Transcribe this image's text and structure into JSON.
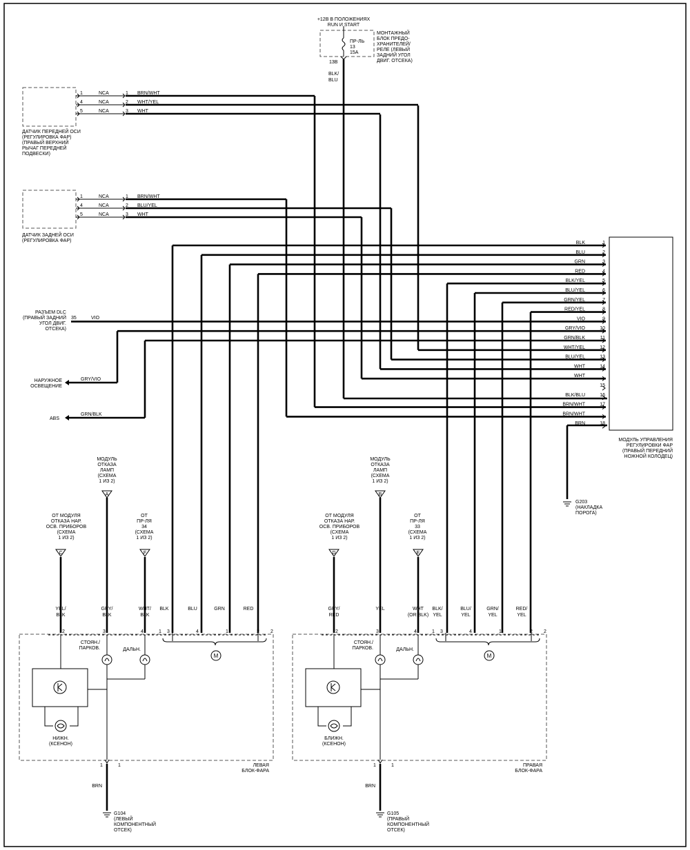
{
  "power": {
    "supply": [
      "+12В В ПОЛОЖЕНИЯХ",
      "RUN И START"
    ],
    "fuse": [
      "ПР-ЛЬ",
      "13",
      "15A"
    ],
    "block": [
      "МОНТАЖНЫЙ",
      "БЛОК ПРЕДО-",
      "ХРАНИТЕЛЕЙ/",
      "РЕЛЕ (ЛЕВЫЙ",
      "ЗАДНИЙ УГОЛ",
      "ДВИГ. ОТСЕКА)"
    ],
    "pin": "13B",
    "wire": [
      "BLK/",
      "BLU"
    ]
  },
  "front_sensor": {
    "label": [
      "ДАТЧИК ПЕРЕДНЕЙ ОСИ",
      "(РЕГУЛИРОВКА ФАР)",
      "(ПРАВЫЙ ВЕРХНИЙ",
      "РЫЧАГ ПЕРЕДНЕЙ",
      "ПОДВЕСКИ)"
    ],
    "rows": [
      {
        "pin": "1",
        "nca": "NCA",
        "pin2": "1",
        "wire": "BRN/WHT"
      },
      {
        "pin": "4",
        "nca": "NCA",
        "pin2": "2",
        "wire": "WHT/YEL"
      },
      {
        "pin": "5",
        "nca": "NCA",
        "pin2": "3",
        "wire": "WHT"
      }
    ]
  },
  "rear_sensor": {
    "label": [
      "ДАТЧИК ЗАДНЕЙ ОСИ",
      "(РЕГУЛИРОВКА ФАР)"
    ],
    "rows": [
      {
        "pin": "1",
        "nca": "NCA",
        "pin2": "1",
        "wire": "BRN/WHT"
      },
      {
        "pin": "4",
        "nca": "NCA",
        "pin2": "2",
        "wire": "BLU/YEL"
      },
      {
        "pin": "5",
        "nca": "NCA",
        "pin2": "3",
        "wire": "WHT"
      }
    ]
  },
  "module": {
    "label": [
      "МОДУЛЬ УПРАВЛЕНИЯ",
      "РЕГУЛИРОВКИ ФАР",
      "(ПРАВЫЙ ПЕРЕДНИЙ",
      "НОЖНОЙ КОЛОДЕЦ)"
    ],
    "pins": [
      {
        "wire": "BLK",
        "pin": "1"
      },
      {
        "wire": "BLU",
        "pin": "2"
      },
      {
        "wire": "GRN",
        "pin": "3"
      },
      {
        "wire": "RED",
        "pin": "4"
      },
      {
        "wire": "BLK/YEL",
        "pin": "5"
      },
      {
        "wire": "BLU/YEL",
        "pin": "6"
      },
      {
        "wire": "GRN/YEL",
        "pin": "7"
      },
      {
        "wire": "RED/YEL",
        "pin": "8"
      },
      {
        "wire": "VIO",
        "pin": "9"
      },
      {
        "wire": "GRY/VIO",
        "pin": "10"
      },
      {
        "wire": "GRN/BLK",
        "pin": "11"
      },
      {
        "wire": "WHT/YEL",
        "pin": "12"
      },
      {
        "wire": "BLU/YEL",
        "pin": "13"
      },
      {
        "wire": "WHT",
        "pin": "14"
      },
      {
        "wire": "WHT",
        "pin": ""
      },
      {
        "wire": "",
        "pin": "15"
      },
      {
        "wire": "BLK/BLU",
        "pin": "16"
      },
      {
        "wire": "BRN/WHT",
        "pin": "17"
      },
      {
        "wire": "BRN/WHT",
        "pin": ""
      },
      {
        "wire": "BRN",
        "pin": "18"
      }
    ]
  },
  "dlc": {
    "label": [
      "РАЗЪЕМ DLC",
      "(ПРАВЫЙ ЗАДНИЙ",
      "УГОЛ ДВИГ.",
      "ОТСЕКА)"
    ],
    "pin": "35",
    "wire": "VIO"
  },
  "exterior": {
    "label": [
      "НАРУЖНОЕ",
      "ОСВЕЩЕНИЕ"
    ],
    "wire": "GRY/VIO"
  },
  "abs": {
    "label": "ABS",
    "wire": "GRN/BLK"
  },
  "g203": {
    "label": [
      "G203",
      "(НАКЛАДКА",
      "ПОРОГА)"
    ]
  },
  "left": {
    "lamp_module": [
      "МОДУЛЬ",
      "ОТКАЗА",
      "ЛАМП",
      "(СХЕМА",
      "1 ИЗ 2)"
    ],
    "lamp_letter": "A",
    "dimmer": [
      "ОТ МОДУЛЯ",
      "ОТКАЗА НАР.",
      "ОСВ. ПРИБОРОВ",
      "(СХЕМА",
      "1 ИЗ 2)"
    ],
    "dimmer_letter": "C",
    "relay": [
      "ОТ",
      "ПР-ЛЯ",
      "34",
      "(СХЕМА",
      "1 ИЗ 2)"
    ],
    "relay_letter": "F",
    "wires": [
      [
        "YEL/",
        "BLK"
      ],
      [
        "GRY/",
        "BLK"
      ],
      [
        "WHT/",
        "BLK"
      ],
      [
        "BLK"
      ],
      [
        "BLU"
      ],
      [
        "GRN"
      ],
      [
        "RED"
      ]
    ],
    "pins": [
      "2",
      "3",
      "4",
      "1",
      "3",
      "4",
      "1",
      "2",
      "2"
    ],
    "park": [
      "СТОЯН./",
      "ПАРКОВ."
    ],
    "high": "ДАЛЬН.",
    "xenon": [
      "НИЖН.",
      "(КСЕНОН)"
    ],
    "title": [
      "ЛЕВАЯ",
      "БЛОК-ФАРА"
    ],
    "gpin": "1",
    "gpin2": "1",
    "gwire": "BRN",
    "ground": [
      "G104",
      "(ЛЕВЫЙ",
      "КОМПОНЕНТНЫЙ",
      "ОТСЕК)"
    ]
  },
  "right": {
    "lamp_module": [
      "МОДУЛЬ",
      "ОТКАЗА",
      "ЛАМП",
      "(СХЕМА",
      "1 ИЗ 2)"
    ],
    "lamp_letter": "B",
    "dimmer": [
      "ОТ МОДУЛЯ",
      "ОТКАЗА НАР.",
      "ОСВ. ПРИБОРОВ",
      "(СХЕМА",
      "1 ИЗ 2)"
    ],
    "dimmer_letter": "D",
    "relay": [
      "ОТ",
      "ПР-ЛЯ",
      "33",
      "(СХЕМА",
      "1 ИЗ 2)"
    ],
    "relay_letter": "E",
    "wires": [
      [
        "GRY/",
        "RED"
      ],
      [
        "YEL"
      ],
      [
        "WHT",
        "(OR BLK)"
      ],
      [
        "BLK/",
        "YEL"
      ],
      [
        "BLU/",
        "YEL"
      ],
      [
        "GRN/",
        "YEL"
      ],
      [
        "RED/",
        "YEL"
      ]
    ],
    "pins": [
      "2",
      "3",
      "4",
      "1",
      "3",
      "4",
      "1",
      "2",
      "2"
    ],
    "park": [
      "СТОЯН./",
      "ПАРКОВ."
    ],
    "high": "ДАЛЬН.",
    "xenon": [
      "БЛИЖН.",
      "(КСЕНОН)"
    ],
    "title": [
      "ПРАВАЯ",
      "БЛОК-ФАРА"
    ],
    "gpin": "1",
    "gpin2": "1",
    "gwire": "BRN",
    "ground": [
      "G105",
      "(ПРАВЫЙ",
      "КОМПОНЕНТНЫЙ",
      "ОТСЕК)"
    ]
  },
  "motor_label": "M",
  "colors": {
    "wire": "#000000",
    "dashed": "#555555"
  }
}
